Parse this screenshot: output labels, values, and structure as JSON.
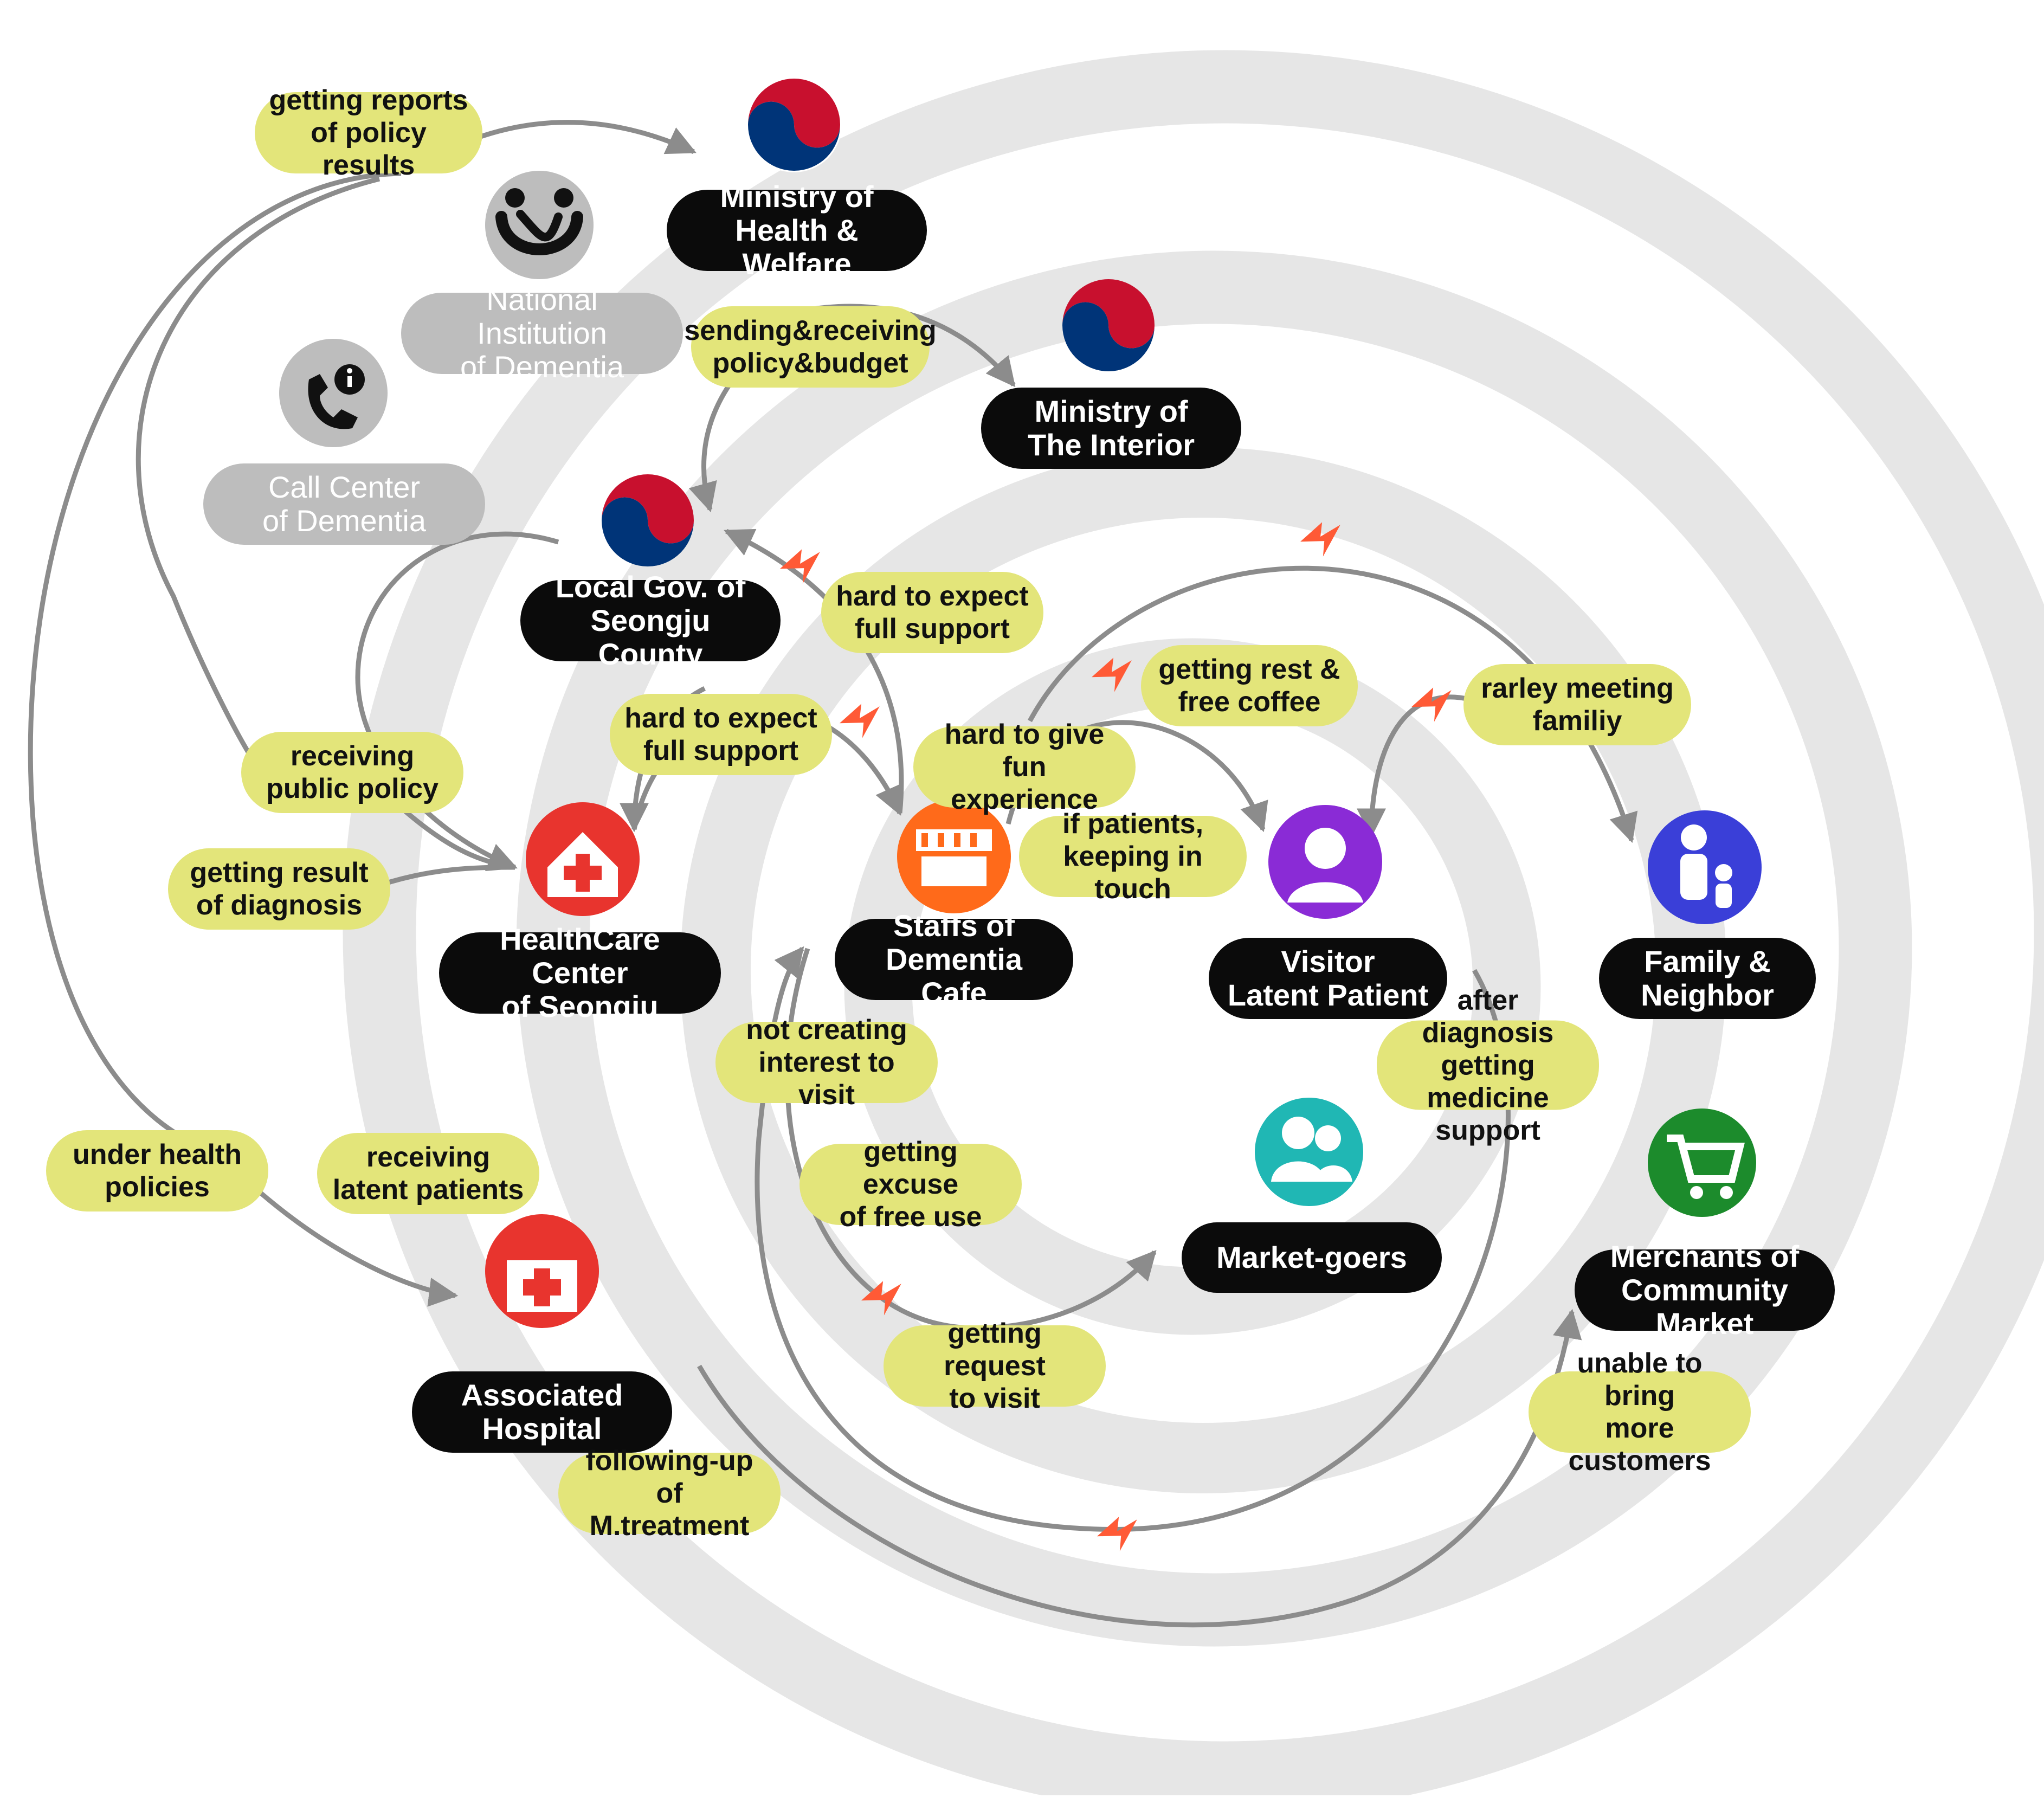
{
  "colors": {
    "ring": "#e6e6e6",
    "arrow": "#8c8c8c",
    "conflict": "#ff5a36",
    "relation_bg": "#e3e57a",
    "node_bg": "#0b0b0b",
    "node_grey_bg": "#bdbdbd",
    "korea_red": "#c8102e",
    "korea_blue": "#003478",
    "healthcare_red": "#e8342e",
    "cafe_orange": "#ff6a1a",
    "visitor_purple": "#8a2bd6",
    "family_blue": "#3a3fd8",
    "market_teal": "#20b7b4",
    "merchant_green": "#1c8b2c"
  },
  "actors": {
    "ministry_health": {
      "label": "Ministry of\nHealth & Welfare",
      "icon": "korea-gov-emblem-icon"
    },
    "national_institution": {
      "label": "National Institution\nof Dementia",
      "icon": "two-people-logo-icon"
    },
    "call_center": {
      "label": "Call Center\nof Dementia",
      "icon": "phone-info-icon"
    },
    "ministry_interior": {
      "label": "Ministry of\nThe Interior",
      "icon": "korea-gov-emblem-icon"
    },
    "local_gov": {
      "label": "Local Gov. of\nSeongju County",
      "icon": "korea-gov-emblem-icon"
    },
    "healthcare_center": {
      "label": "HealthCare Center\nof Seongju",
      "icon": "house-cross-icon"
    },
    "cafe_staff": {
      "label": "Staffs of\nDementia Cafe",
      "icon": "storefront-icon"
    },
    "visitor": {
      "label": "Visitor\nLatent Patient",
      "icon": "woman-avatar-icon"
    },
    "family": {
      "label": "Family &\nNeighbor",
      "icon": "family-icon"
    },
    "market_goers": {
      "label": "Market-goers",
      "icon": "people-group-icon"
    },
    "merchants": {
      "label": "Merchants of\nCommunity Market",
      "icon": "shopping-cart-icon"
    },
    "hospital": {
      "label": "Associated\nHospital",
      "icon": "hospital-cross-icon"
    }
  },
  "relations": {
    "reports": "getting reports\nof policy results",
    "policy_budget": "sending&receiving\npolicy&budget",
    "hard_expect_1": "hard to expect\nfull support",
    "hard_expect_2": "hard to expect\nfull support",
    "rest_coffee": "getting rest &\nfree coffee",
    "rarely_family": "rarley meeting\nfamiliy",
    "fun_experience": "hard to give\nfun experience",
    "receiving_policy": "receiving\npublic policy",
    "result_diagnosis": "getting result\nof diagnosis",
    "keeping_touch": "if patients,\nkeeping in touch",
    "not_interest": "not creating\ninterest to visit",
    "after_diagnosis": "after diagnosis\ngetting medicine\nsupport",
    "under_health": "under health\npolicies",
    "receiving_latent": "receiving\nlatent patients",
    "excuse_free": "getting excuse\nof free use",
    "request_visit": "getting request\nto visit",
    "unable_customers": "unable to bring\nmore customers",
    "follow_up": "following-up\nof M.treatment"
  }
}
